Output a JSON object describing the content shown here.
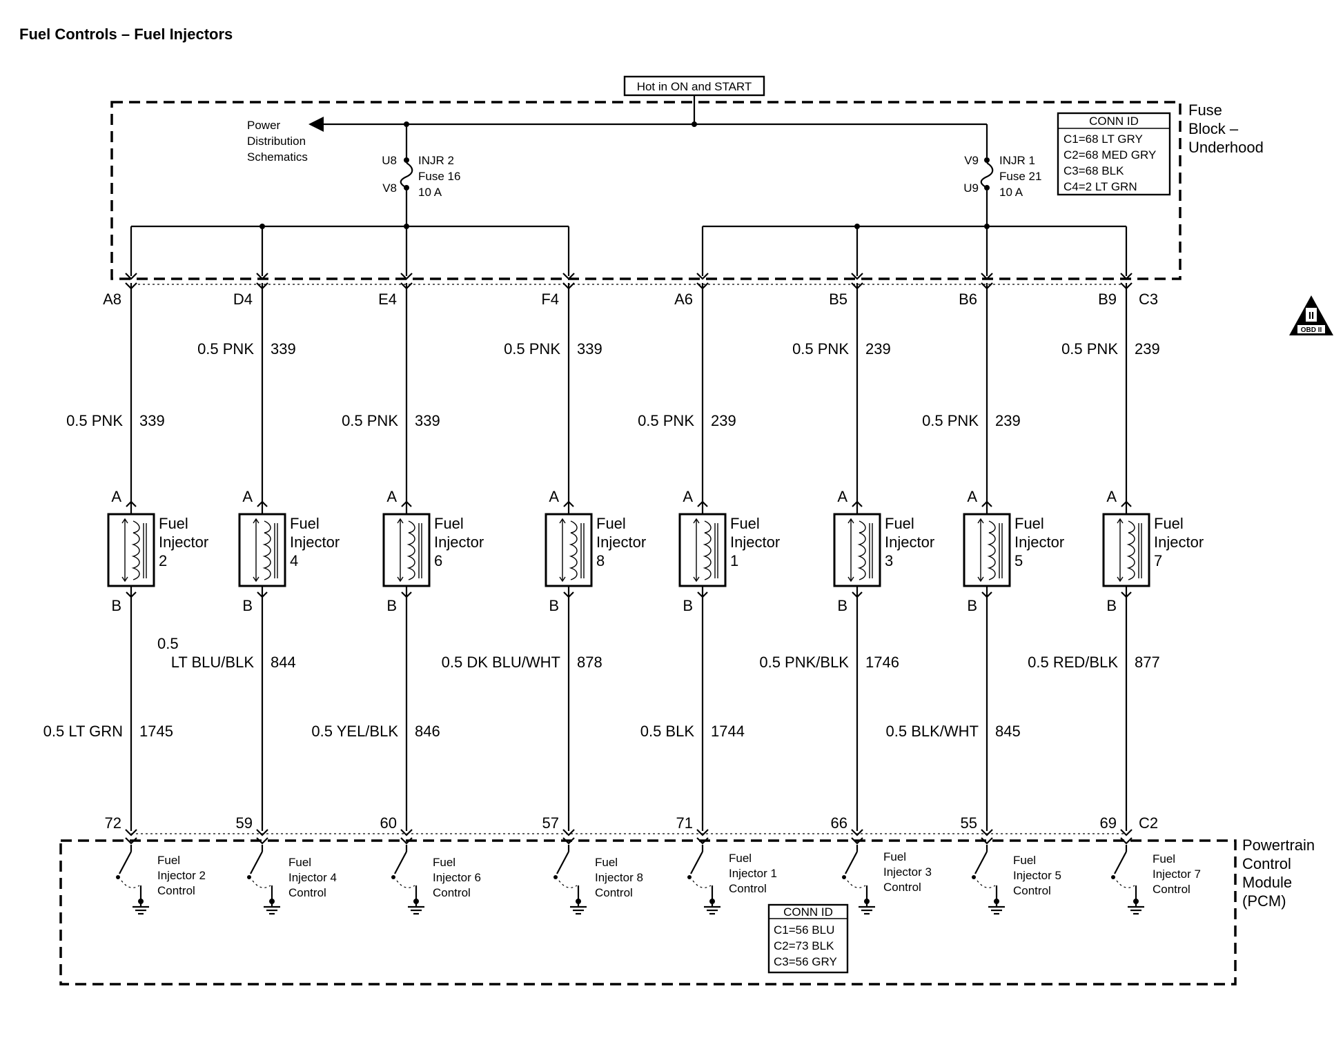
{
  "title": "Fuel Controls – Fuel Injectors",
  "power_source": "Hot in ON and START",
  "power_distribution": [
    "Power",
    "Distribution",
    "Schematics"
  ],
  "fuse_block": {
    "label": [
      "Fuse",
      "Block –",
      "Underhood"
    ],
    "conn_id": [
      "CONN ID",
      "C1=68 LT GRY",
      "C2=68 MED GRY",
      "C3=68 BLK",
      "C4=2 LT GRN"
    ],
    "fuses": [
      {
        "top_pin": "U8",
        "bottom_pin": "V8",
        "lines": [
          "INJR 2",
          "Fuse 16",
          "10 A"
        ]
      },
      {
        "top_pin": "V9",
        "bottom_pin": "U9",
        "lines": [
          "INJR 1",
          "Fuse 21",
          "10 A"
        ]
      }
    ]
  },
  "obd_symbol": {
    "numeral": "II",
    "text": "OBD II"
  },
  "c3_label": "C3",
  "c2_label": "C2",
  "pcm": {
    "label": [
      "Powertrain",
      "Control",
      "Module",
      "(PCM)"
    ],
    "conn_id": [
      "CONN ID",
      "C1=56 BLU",
      "C2=73 BLK",
      "C3=56 GRY"
    ]
  },
  "circuits": [
    {
      "fuse_pin": "A8",
      "upper_wire": {
        "color": "0.5 PNK",
        "num": "339"
      },
      "injector": [
        "Fuel",
        "Injector",
        "2"
      ],
      "pin_a": "A",
      "pin_b": "B",
      "lower_wire": {
        "color": "0.5 LT GRN",
        "num": "1745"
      },
      "pcm_pin": "72",
      "control": [
        "Fuel",
        "Injector 2",
        "Control"
      ]
    },
    {
      "fuse_pin": "D4",
      "upper_wire": {
        "color": "0.5 PNK",
        "num": "339"
      },
      "injector": [
        "Fuel",
        "Injector",
        "4"
      ],
      "pin_a": "A",
      "pin_b": "B",
      "lower_wire": {
        "color": "LT BLU/BLK",
        "color_prefix": "0.5",
        "num": "844"
      },
      "pcm_pin": "59",
      "control": [
        "Fuel",
        "Injector 4",
        "Control"
      ]
    },
    {
      "fuse_pin": "E4",
      "upper_wire": {
        "color": "0.5 PNK",
        "num": "339"
      },
      "injector": [
        "Fuel",
        "Injector",
        "6"
      ],
      "pin_a": "A",
      "pin_b": "B",
      "lower_wire": {
        "color": "0.5 YEL/BLK",
        "num": "846"
      },
      "pcm_pin": "60",
      "control": [
        "Fuel",
        "Injector 6",
        "Control"
      ]
    },
    {
      "fuse_pin": "F4",
      "upper_wire": {
        "color": "0.5 PNK",
        "num": "339"
      },
      "injector": [
        "Fuel",
        "Injector",
        "8"
      ],
      "pin_a": "A",
      "pin_b": "B",
      "lower_wire": {
        "color": "0.5 DK BLU/WHT",
        "num": "878"
      },
      "pcm_pin": "57",
      "control": [
        "Fuel",
        "Injector 8",
        "Control"
      ]
    },
    {
      "fuse_pin": "A6",
      "upper_wire": {
        "color": "0.5 PNK",
        "num": "239"
      },
      "injector": [
        "Fuel",
        "Injector",
        "1"
      ],
      "pin_a": "A",
      "pin_b": "B",
      "lower_wire": {
        "color": "0.5 BLK",
        "num": "1744"
      },
      "pcm_pin": "71",
      "control": [
        "Fuel",
        "Injector 1",
        "Control"
      ]
    },
    {
      "fuse_pin": "B5",
      "upper_wire": {
        "color": "0.5 PNK",
        "num": "239"
      },
      "injector": [
        "Fuel",
        "Injector",
        "3"
      ],
      "pin_a": "A",
      "pin_b": "B",
      "lower_wire": {
        "color": "0.5 PNK/BLK",
        "num": "1746"
      },
      "pcm_pin": "66",
      "control": [
        "Fuel",
        "Injector 3",
        "Control"
      ]
    },
    {
      "fuse_pin": "B6",
      "upper_wire": {
        "color": "0.5 PNK",
        "num": "239"
      },
      "injector": [
        "Fuel",
        "Injector",
        "5"
      ],
      "pin_a": "A",
      "pin_b": "B",
      "lower_wire": {
        "color": "0.5 BLK/WHT",
        "num": "845"
      },
      "pcm_pin": "55",
      "control": [
        "Fuel",
        "Injector 5",
        "Control"
      ]
    },
    {
      "fuse_pin": "B9",
      "upper_wire": {
        "color": "0.5 PNK",
        "num": "239"
      },
      "injector": [
        "Fuel",
        "Injector",
        "7"
      ],
      "pin_a": "A",
      "pin_b": "B",
      "lower_wire": {
        "color": "0.5 RED/BLK",
        "num": "877"
      },
      "pcm_pin": "69",
      "control": [
        "Fuel",
        "Injector 7",
        "Control"
      ]
    }
  ]
}
